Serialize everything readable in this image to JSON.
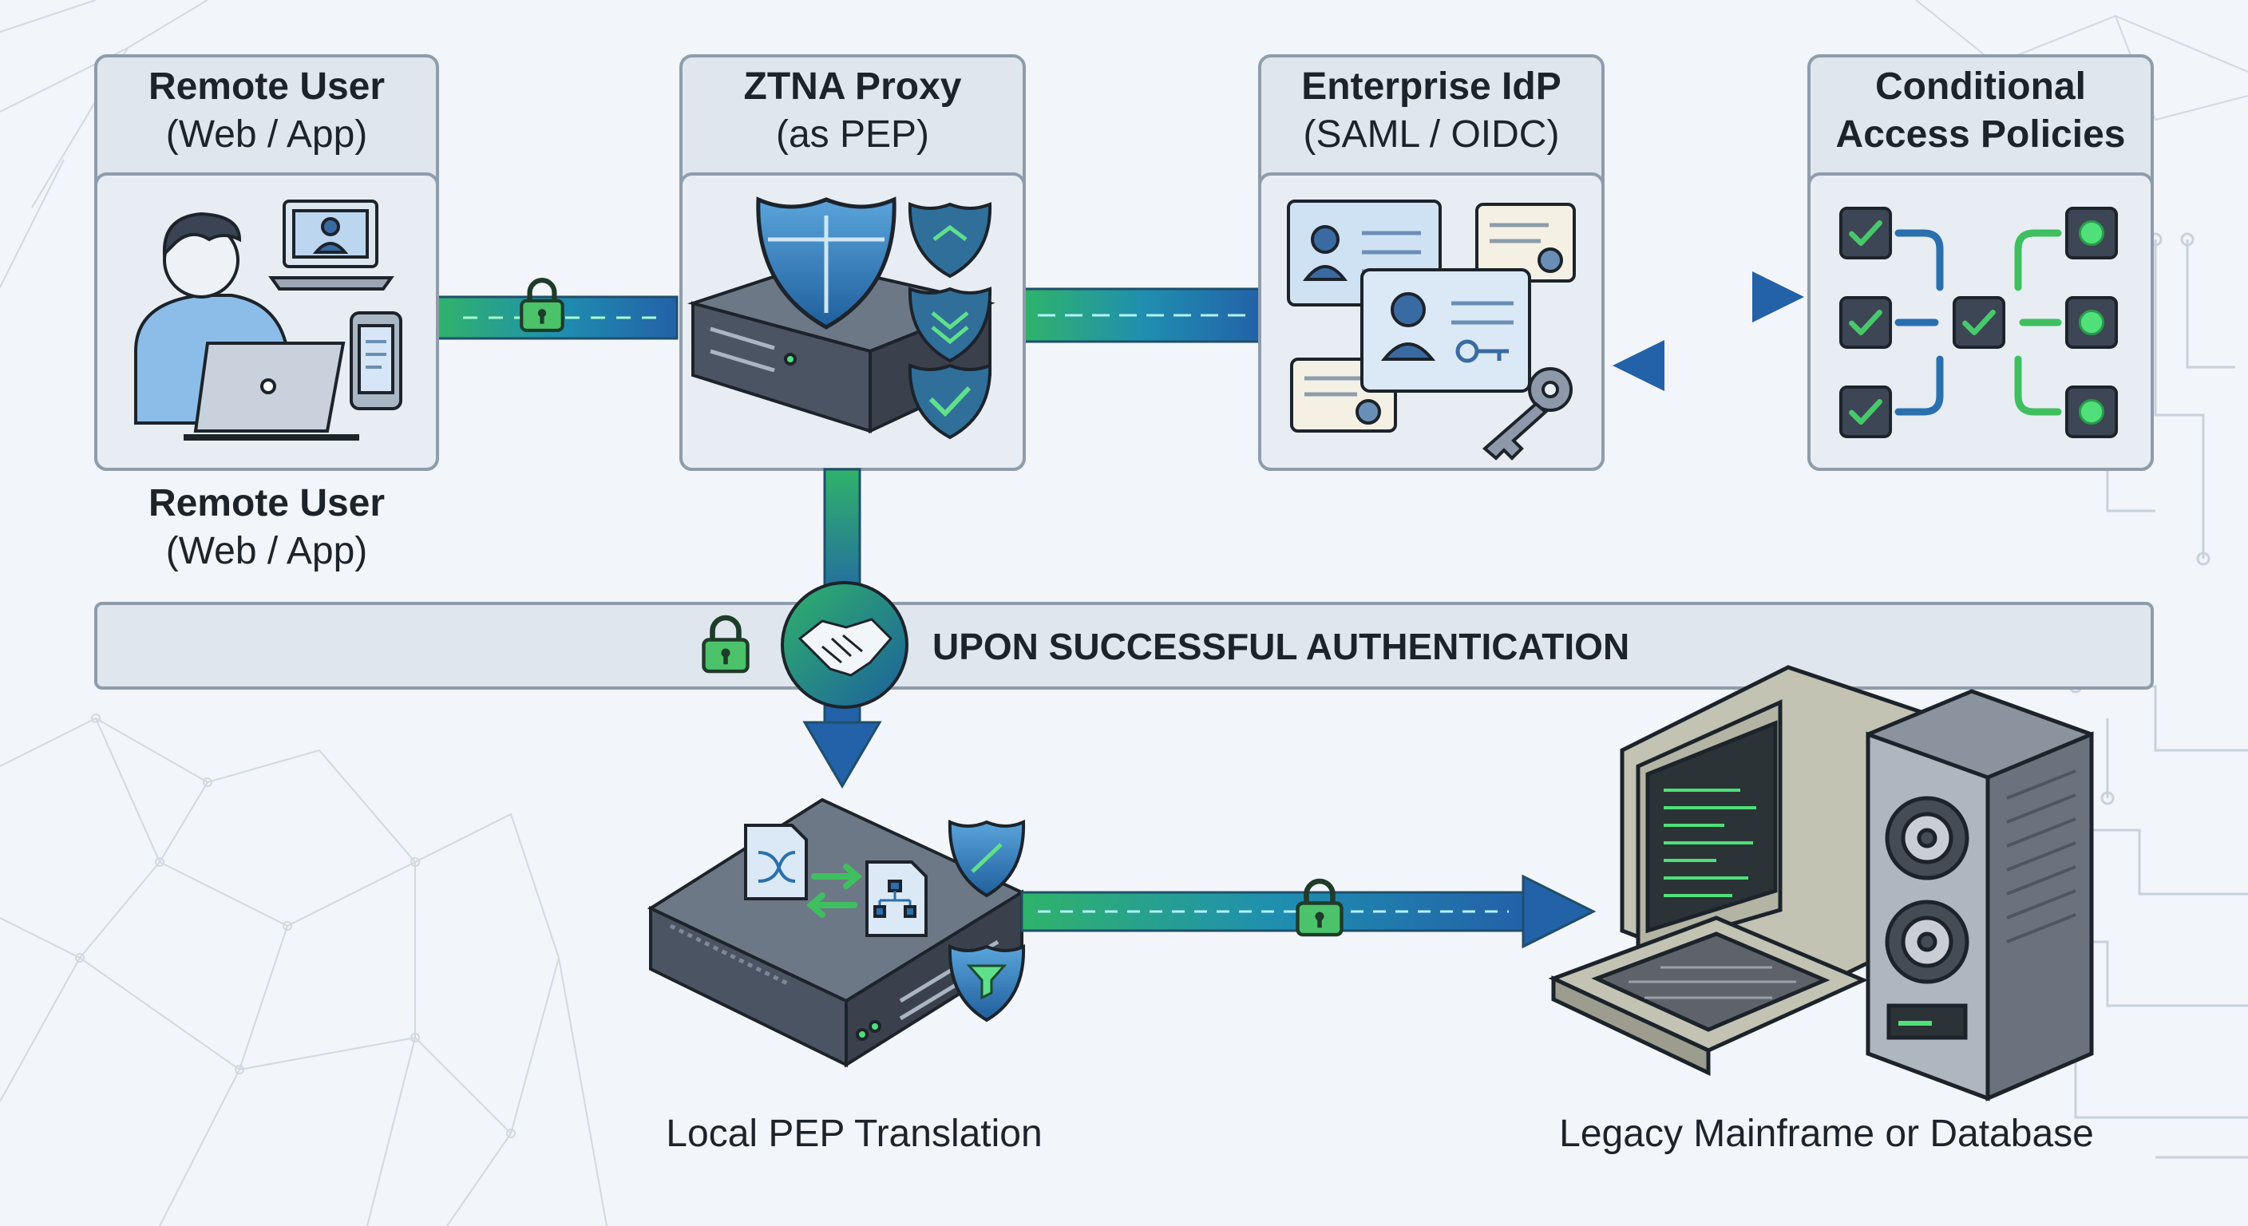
{
  "diagram": {
    "nodes": [
      {
        "id": "remote-user",
        "title": "Remote User",
        "subtitle": "(Web / App)"
      },
      {
        "id": "ztna-proxy",
        "title": "ZTNA Proxy",
        "subtitle": "(as PEP)"
      },
      {
        "id": "enterprise-idp",
        "title": "Enterprise IdP",
        "subtitle": "(SAML / OIDC)"
      },
      {
        "id": "conditional-access",
        "title_line1": "Conditional",
        "title_line2": "Access Policies"
      }
    ],
    "remote_user_caption": {
      "title": "Remote User",
      "subtitle": "(Web / App)"
    },
    "auth_banner": "UPON SUCCESSFUL AUTHENTICATION",
    "local_pep_label": "Local PEP Translation",
    "legacy_label": "Legacy Mainframe or Database"
  },
  "colors": {
    "accent_green": "#3fbf5f",
    "accent_blue": "#2a6fae",
    "panel_fill": "#dfe6ee",
    "panel_border": "#8e9cab"
  }
}
